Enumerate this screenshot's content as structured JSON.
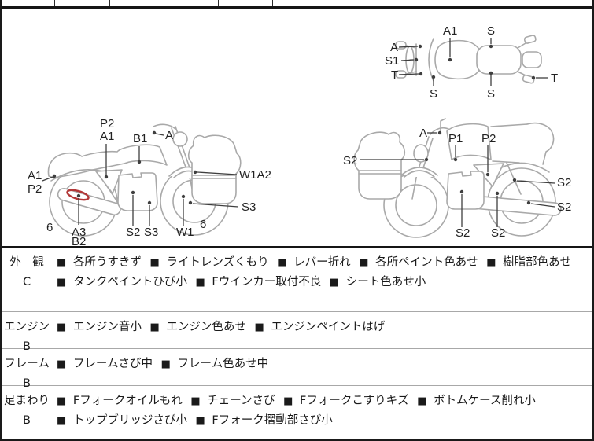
{
  "sheet": {
    "background": "#ffffff",
    "border_color": "#1a1a1a",
    "row_divider_color": "#a8a8a8"
  },
  "diagram": {
    "art_stroke_color": "#a9a9a9",
    "leader_color": "#3f3f3f",
    "label_color": "#222222",
    "highlight_color": "#b23737",
    "top_view": {
      "labels": [
        "A1",
        "S",
        "A",
        "S1",
        "T",
        "S",
        "S",
        "T"
      ]
    },
    "side_left": {
      "labels": [
        "P2",
        "A1",
        "B1",
        "A",
        "A1",
        "P2",
        "W1A2",
        "S3",
        "6",
        "A3",
        "B2",
        "S2",
        "S3",
        "W1",
        "6"
      ]
    },
    "side_right": {
      "labels": [
        "A",
        "P1",
        "P2",
        "S2",
        "S2",
        "S2",
        "S2",
        "S2"
      ]
    }
  },
  "inspection": {
    "bullet": "■",
    "rows": [
      {
        "category": "外　観",
        "grade": "C",
        "items": [
          "各所うすきず",
          "ライトレンズくもり",
          "レバー折れ",
          "各所ペイント色あせ",
          "樹脂部色あせ",
          "タンクペイントひび小",
          "Fウインカー取付不良",
          "シート色あせ小"
        ]
      },
      {
        "category": "エンジン",
        "grade": "B",
        "items": [
          "エンジン音小",
          "エンジン色あせ",
          "エンジンペイントはげ"
        ]
      },
      {
        "category": "フレーム",
        "grade": "B",
        "items": [
          "フレームさび中",
          "フレーム色あせ中"
        ]
      },
      {
        "category": "足まわり",
        "grade": "B",
        "items": [
          "Fフォークオイルもれ",
          "チェーンさび",
          "Fフォークこすりキズ",
          "ボトムケース削れ小",
          "トップブリッジさび小",
          "Fフォーク摺動部さび小"
        ]
      }
    ]
  }
}
